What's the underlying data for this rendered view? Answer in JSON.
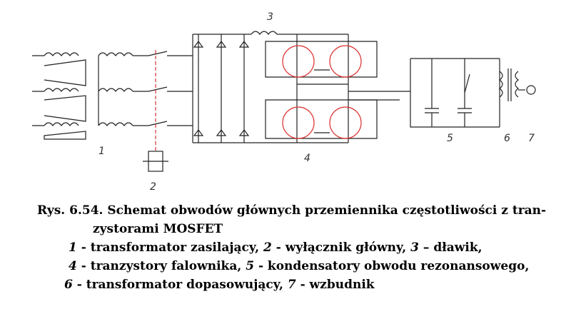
{
  "figure": {
    "labels": [
      "1",
      "2",
      "3",
      "4",
      "5",
      "6",
      "7"
    ]
  },
  "caption": {
    "title_line1": "Rys. 6.54. Schemat obwodów głównych przemiennika częstotliwości z tran-",
    "title_line2": "zystorami MOSFET",
    "legend": [
      {
        "num": "1",
        "text": " - transformator zasilający, "
      },
      {
        "num": "2",
        "text": " - wyłącznik główny, "
      },
      {
        "num": "3",
        "text": " – dławik,"
      },
      {
        "num": "4",
        "text": " - tranzystory falownika, "
      },
      {
        "num": "5",
        "text": " - kondensatory obwodu rezonansowego,"
      },
      {
        "num": "6",
        "text": " - transformator dopasowujący, "
      },
      {
        "num": "7",
        "text": " - wzbudnik"
      }
    ]
  }
}
